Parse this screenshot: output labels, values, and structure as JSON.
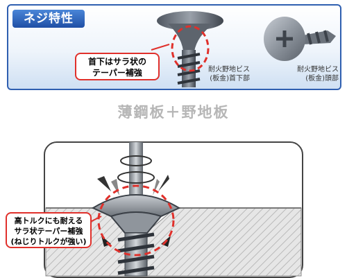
{
  "panel": {
    "title": "ネジ特性",
    "callout_line1": "首下はサラ状の",
    "callout_line2": "テーパー補強",
    "caption1_line1": "耐火野地ビス",
    "caption1_line2": "(板金)首下部",
    "caption2_line1": "耐火野地ビス",
    "caption2_line2": "(板金)頭部"
  },
  "diagram": {
    "heading": "薄鋼板＋野地板",
    "callout_line1": "高トルクにも耐える",
    "callout_line2": "サラ状テーパー補強",
    "callout_line3": "(ねじりトルクが強い)"
  },
  "colors": {
    "accent_red": "#e0302b",
    "brand_blue": "#2f5fb0"
  }
}
